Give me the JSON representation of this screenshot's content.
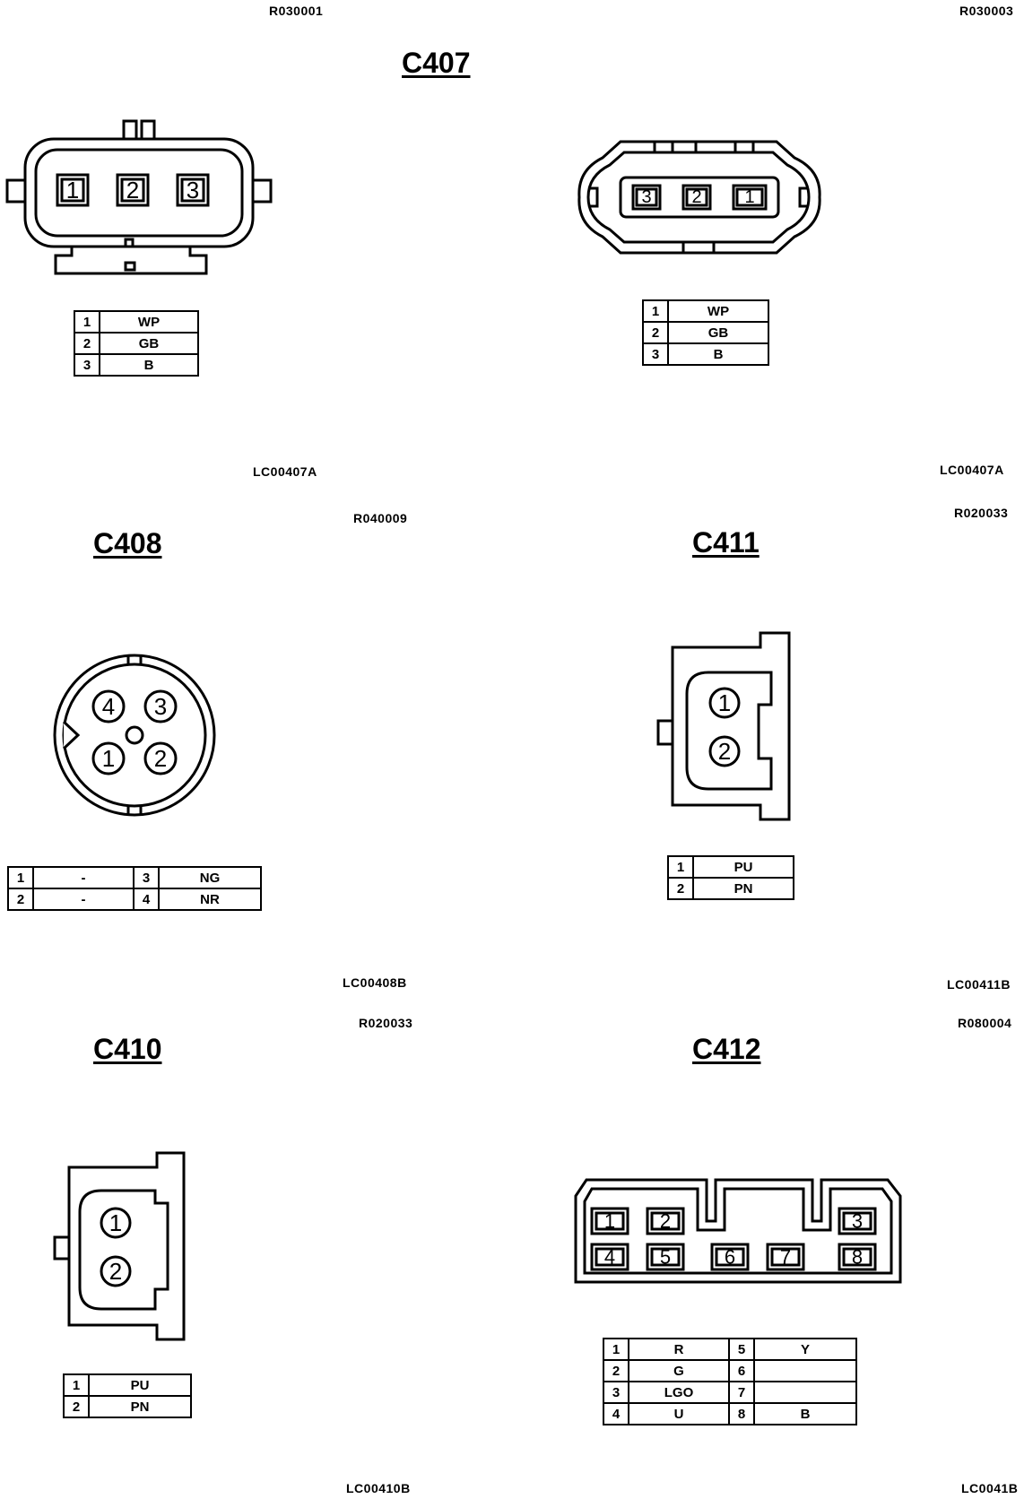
{
  "refs": {
    "r1": "R030001",
    "r2": "R030003",
    "r3": "R040009",
    "r4": "R020033",
    "r5": "R020033",
    "r6": "R080004",
    "lc1": "LC00407A",
    "lc2": "LC00407A",
    "lc3": "LC00408B",
    "lc4": "LC00411B",
    "lc5": "LC00410B",
    "lc6": "LC0041B"
  },
  "titles": {
    "c407": "C407",
    "c408": "C408",
    "c411": "C411",
    "c410": "C410",
    "c412": "C412"
  },
  "c407a": {
    "pins": [
      "1",
      "2",
      "3"
    ],
    "table": [
      {
        "pin": "1",
        "color": "WP"
      },
      {
        "pin": "2",
        "color": "GB"
      },
      {
        "pin": "3",
        "color": "B"
      }
    ]
  },
  "c407b": {
    "pins": [
      "3",
      "2",
      "1"
    ],
    "table": [
      {
        "pin": "1",
        "color": "WP"
      },
      {
        "pin": "2",
        "color": "GB"
      },
      {
        "pin": "3",
        "color": "B"
      }
    ]
  },
  "c408": {
    "pins": [
      "4",
      "3",
      "1",
      "2"
    ],
    "table": [
      {
        "pin_a": "1",
        "color_a": "-",
        "pin_b": "3",
        "color_b": "NG"
      },
      {
        "pin_a": "2",
        "color_a": "-",
        "pin_b": "4",
        "color_b": "NR"
      }
    ]
  },
  "c411": {
    "pins": [
      "1",
      "2"
    ],
    "table": [
      {
        "pin": "1",
        "color": "PU"
      },
      {
        "pin": "2",
        "color": "PN"
      }
    ]
  },
  "c410": {
    "pins": [
      "1",
      "2"
    ],
    "table": [
      {
        "pin": "1",
        "color": "PU"
      },
      {
        "pin": "2",
        "color": "PN"
      }
    ]
  },
  "c412": {
    "pins": [
      "1",
      "2",
      "3",
      "4",
      "5",
      "6",
      "7",
      "8"
    ],
    "table": [
      {
        "pin_a": "1",
        "color_a": "R",
        "pin_b": "5",
        "color_b": "Y"
      },
      {
        "pin_a": "2",
        "color_a": "G",
        "pin_b": "6",
        "color_b": ""
      },
      {
        "pin_a": "3",
        "color_a": "LGO",
        "pin_b": "7",
        "color_b": ""
      },
      {
        "pin_a": "4",
        "color_a": "U",
        "pin_b": "8",
        "color_b": "B"
      }
    ]
  }
}
